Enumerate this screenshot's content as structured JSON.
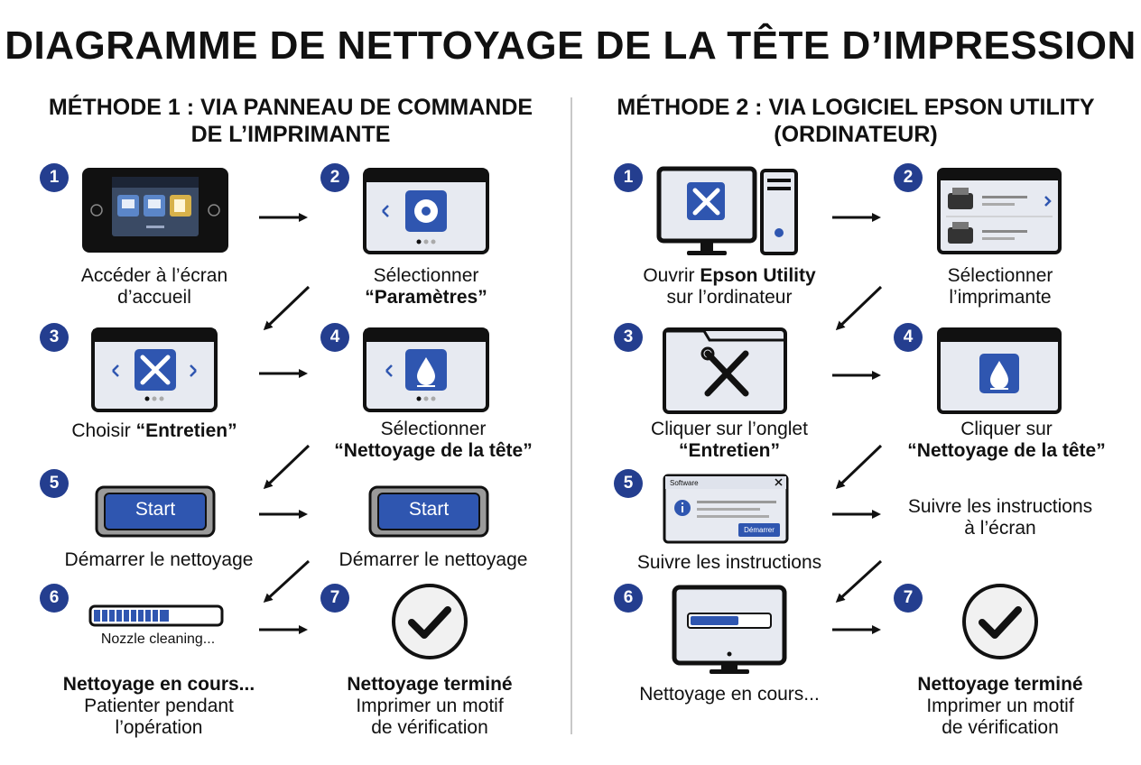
{
  "title": "DIAGRAMME DE NETTOYAGE DE LA TÊTE D’IMPRESSION",
  "method1": {
    "heading_line1": "MÉTHODE 1 : VIA PANNEAU DE COMMANDE",
    "heading_line2": "DE L’IMPRIMANTE",
    "steps": [
      {
        "number": "1",
        "caption_line1": "Accéder à l’écran",
        "caption_line2": "d’accueil",
        "icon": "printer-home-screen-icon"
      },
      {
        "number": "2",
        "caption_line1": "Sélectionner",
        "caption_line2": "“Paramètres”",
        "icon": "settings-gear-screen-icon"
      },
      {
        "number": "3",
        "caption_prefix": "Choisir ",
        "caption_bold": "“Entretien”",
        "icon": "maintenance-tools-screen-icon"
      },
      {
        "number": "4",
        "caption_line1": "Sélectionner",
        "caption_line2": "“Nettoyage de la tête”",
        "icon": "ink-drop-screen-icon"
      },
      {
        "number": "5",
        "button_label": "Start",
        "caption": "Démarrer le nettoyage",
        "icon": "start-button-icon"
      },
      {
        "extra_button_label": "Start",
        "extra_caption": "Démarrer le nettoyage"
      },
      {
        "number": "6",
        "progress_text": "Nozzle cleaning...",
        "progress_fraction": 0.6,
        "caption_line1": "Nettoyage en cours...",
        "caption_line2": "Patienter pendant",
        "caption_line3": "l’opération",
        "icon": "progress-bar-icon"
      },
      {
        "number": "7",
        "caption_line1": "Nettoyage terminé",
        "caption_line2": "Imprimer un motif",
        "caption_line3": "de vérification",
        "icon": "check-circle-icon"
      }
    ]
  },
  "method2": {
    "heading_line1": "MÉTHODE 2 : VIA LOGICIEL EPSON UTILITY",
    "heading_line2": "(ORDINATEUR)",
    "steps": [
      {
        "number": "1",
        "caption_prefix": "Ouvrir ",
        "caption_bold": "Epson Utility",
        "caption_line2": "sur l’ordinateur",
        "icon": "computer-tools-icon"
      },
      {
        "number": "2",
        "caption_line1": "Sélectionner",
        "caption_line2": "l’imprimante",
        "icon": "printer-list-window-icon"
      },
      {
        "number": "3",
        "caption_line1": "Cliquer sur l’onglet",
        "caption_line2": "“Entretien”",
        "icon": "maintenance-tab-window-icon"
      },
      {
        "number": "4",
        "caption_line1": "Cliquer sur",
        "caption_line2": "“Nettoyage de la tête”",
        "icon": "ink-drop-window-icon"
      },
      {
        "number": "5",
        "dialog_title": "Software",
        "dialog_button": "Démarrer",
        "caption": "Suivre les instructions",
        "icon": "software-dialog-icon"
      },
      {
        "extra_caption_line1": "Suivre les instructions",
        "extra_caption_line2": "à l’écran"
      },
      {
        "number": "6",
        "caption": "Nettoyage en cours...",
        "progress_fraction": 0.62,
        "icon": "monitor-progress-icon"
      },
      {
        "number": "7",
        "caption_line1": "Nettoyage terminé",
        "caption_line2": "Imprimer un motif",
        "caption_line3": "de vérification",
        "icon": "check-circle-icon"
      }
    ]
  },
  "colors": {
    "accent": "#243e8f",
    "icon_blue": "#2f56b0",
    "screen_bg": "#e7eaf1",
    "dark": "#1a1a1a"
  }
}
